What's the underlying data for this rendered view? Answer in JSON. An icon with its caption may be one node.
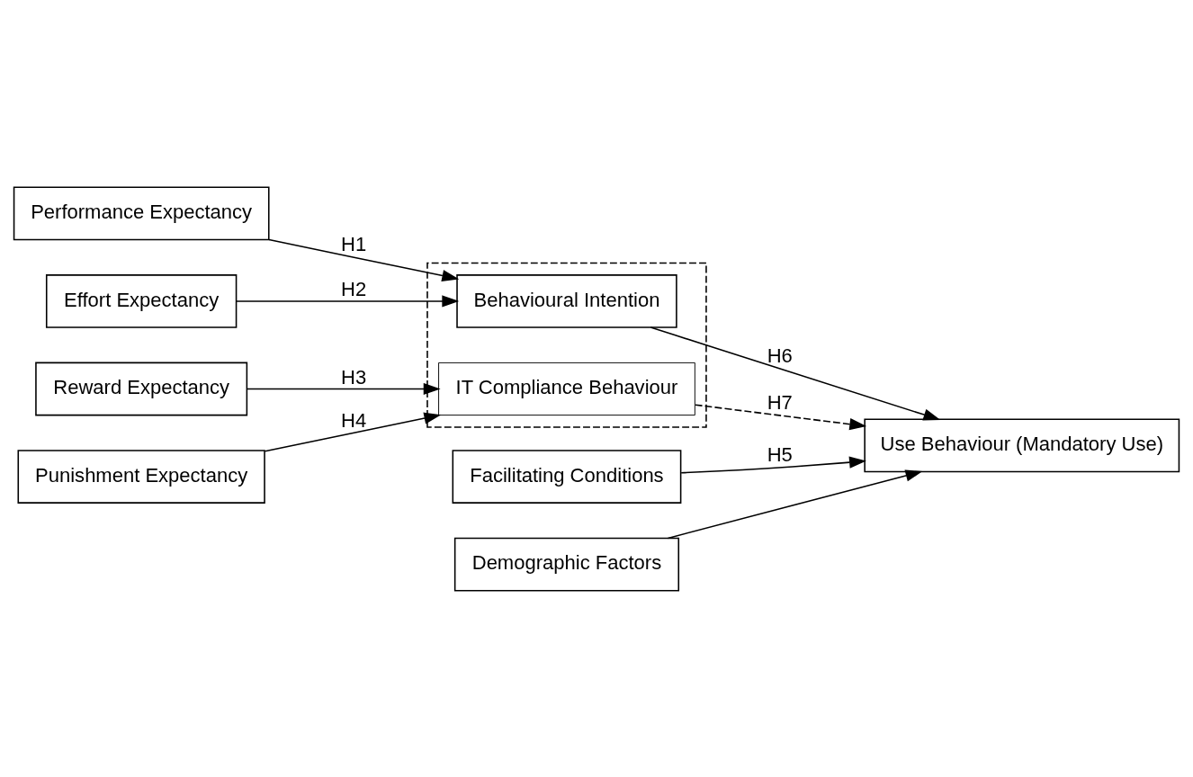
{
  "diagram": {
    "nodes": [
      {
        "text": [
          "Performance Expectancy"
        ]
      },
      {
        "text": [
          "Effort Expectancy"
        ]
      },
      {
        "text": [
          "Reward Expectancy"
        ]
      },
      {
        "text": [
          "Punishment Expectancy"
        ]
      },
      {
        "text": [
          "Facilitating Conditions"
        ]
      },
      {
        "text": [],
        "shape": "box"
      },
      {
        "text": [
          "Behavioural Intention"
        ],
        "in": 5
      },
      {
        "text": [
          "IT Compliance Behaviour"
        ],
        "in": 5
      },
      {
        "text": [
          "Use Behaviour (Mandatory Use)"
        ]
      },
      {
        "text": [
          "Demographic Factors"
        ]
      }
    ],
    "edges": [
      {
        "from": 0,
        "to": 6,
        "arrow": "to",
        "label": "H1"
      },
      {
        "from": 1,
        "to": 6,
        "arrow": "to",
        "label": "H2"
      },
      {
        "from": 2,
        "to": 7,
        "arrow": "to",
        "label": "H3"
      },
      {
        "from": 3,
        "to": 7,
        "arrow": "to",
        "label": "H4"
      },
      {
        "from": 4,
        "to": 8,
        "arrow": "to",
        "label": "H5"
      },
      {
        "from": 6,
        "to": 8,
        "arrow": "to",
        "label": "H6"
      },
      {
        "from": 7,
        "to": 8,
        "arrow": "to",
        "label": "H7",
        "style": "dashed"
      },
      {
        "from": 9,
        "to": 8,
        "arrow": "to"
      }
    ]
  }
}
